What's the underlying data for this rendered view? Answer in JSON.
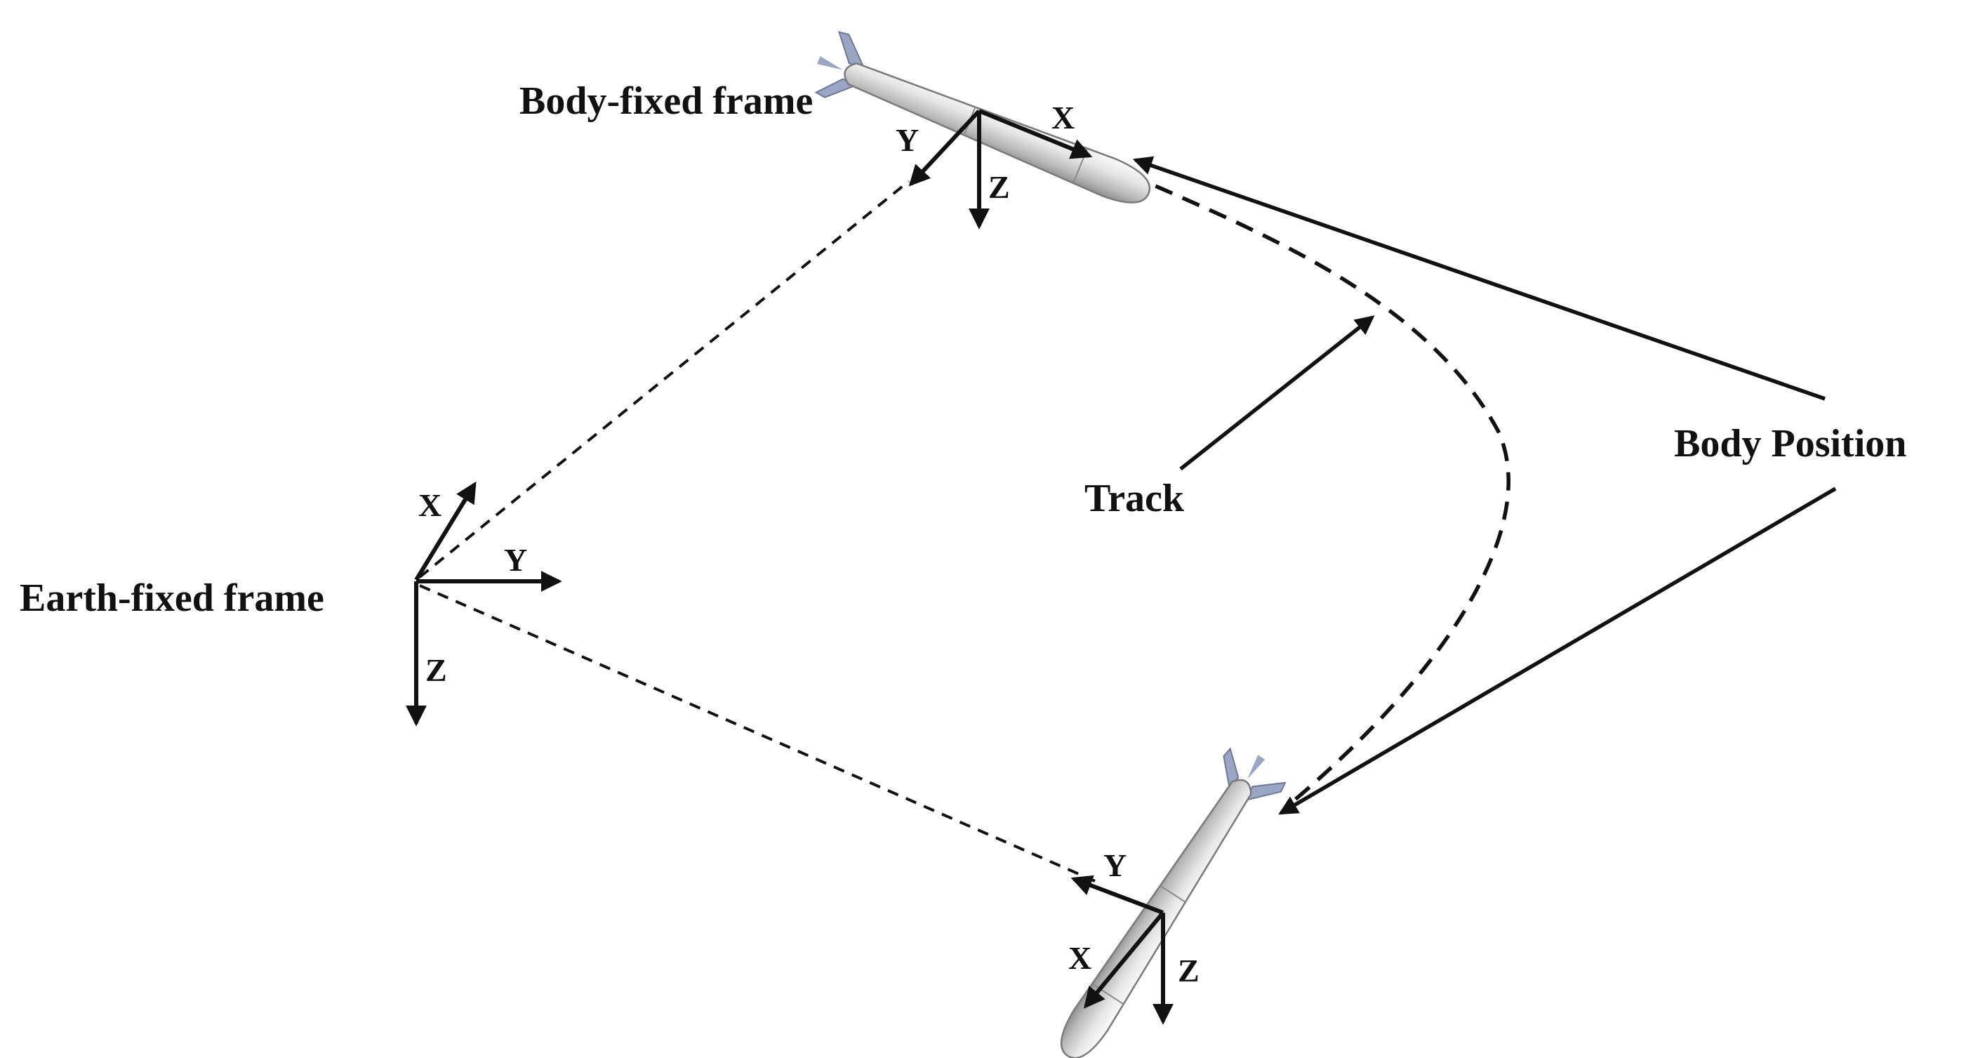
{
  "labels": {
    "body_fixed_frame": "Body-fixed frame",
    "earth_fixed_frame": "Earth-fixed frame",
    "track": "Track",
    "body_position": "Body Position"
  },
  "axes": {
    "x": "X",
    "y": "Y",
    "z": "Z"
  },
  "colors": {
    "ink": "#111111",
    "hull_light": "#f4f4f4",
    "hull_mid": "#c9c9c9",
    "hull_dark": "#8e8e8e",
    "fin": "#9aa6c4"
  },
  "icons": {
    "vehicle": "underwater-vehicle-icon"
  }
}
